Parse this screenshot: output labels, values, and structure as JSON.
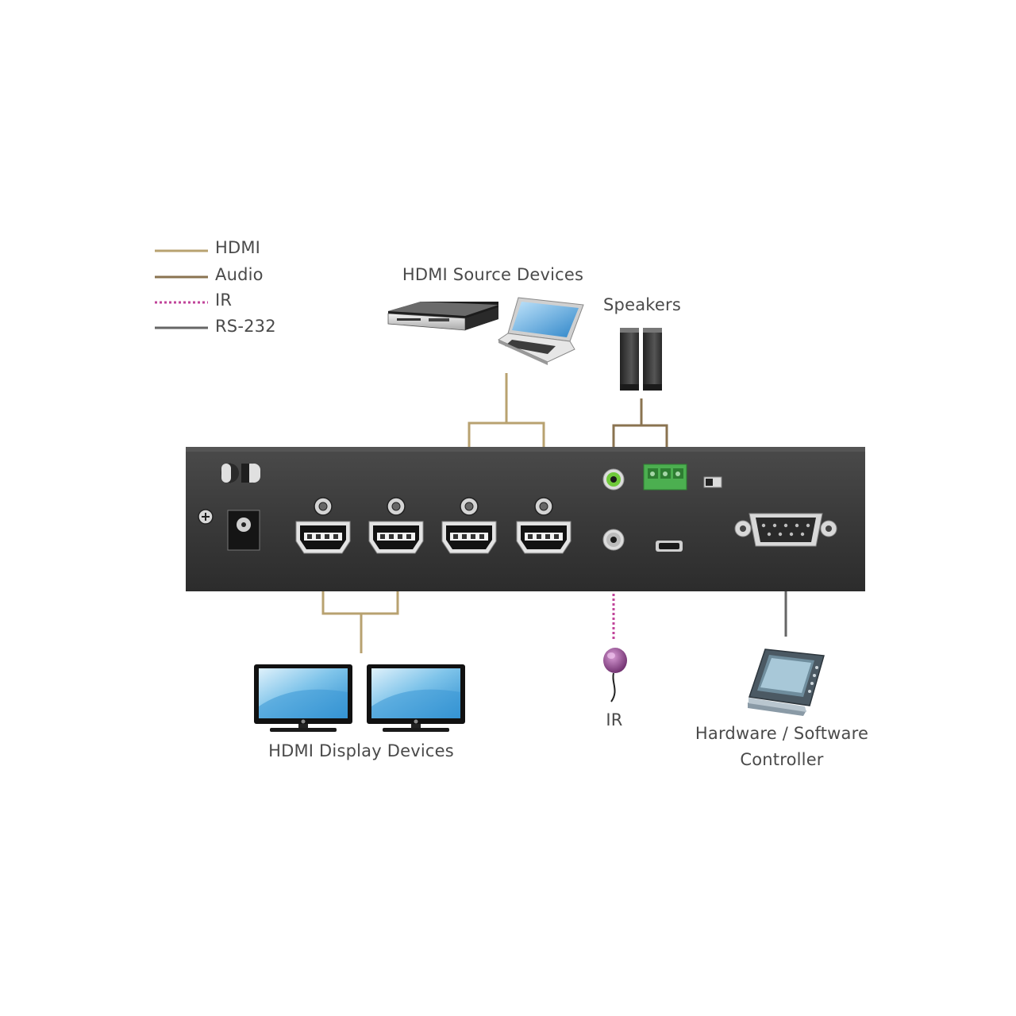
{
  "legend": {
    "items": [
      {
        "label": "HDMI",
        "color": "#b8a270",
        "style": "solid"
      },
      {
        "label": "Audio",
        "color": "#8a7350",
        "style": "solid"
      },
      {
        "label": "IR",
        "color": "#c0449a",
        "style": "dotted"
      },
      {
        "label": "RS-232",
        "color": "#666666",
        "style": "solid"
      }
    ]
  },
  "labels": {
    "sources": "HDMI Source Devices",
    "speakers": "Speakers",
    "displays": "HDMI Display Devices",
    "ir": "IR",
    "controller_line1": "Hardware / Software",
    "controller_line2": "Controller"
  },
  "colors": {
    "hdmi": "#b8a270",
    "audio": "#8a7350",
    "ir": "#c0449a",
    "rs232": "#666666",
    "device_body": "#3a3a3a",
    "terminal_green": "#4caf50"
  },
  "icons": [
    "blu-ray-player-icon",
    "laptop-icon",
    "speakers-icon",
    "monitor-icon",
    "ir-receiver-icon",
    "touch-panel-icon",
    "hdmi-port-icon",
    "rs232-port-icon"
  ]
}
